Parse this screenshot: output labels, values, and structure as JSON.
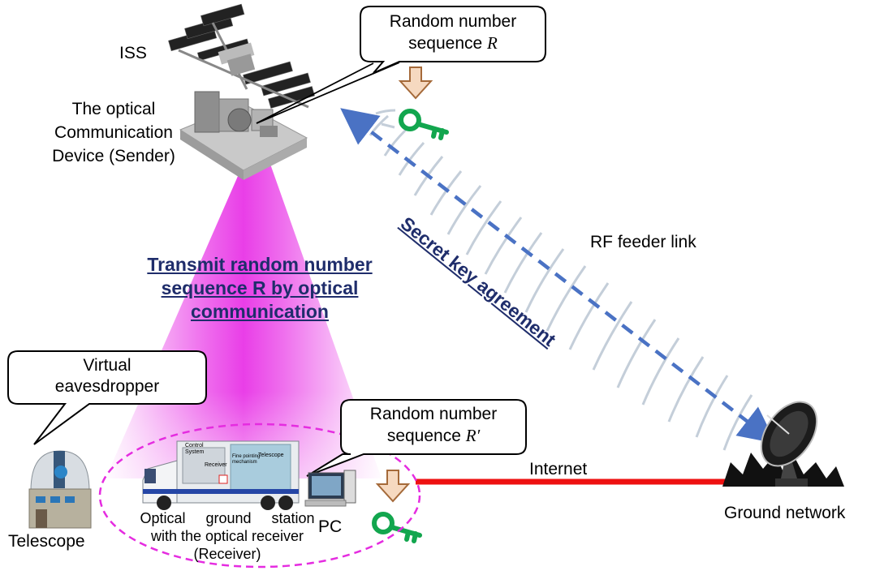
{
  "labels": {
    "iss": "ISS",
    "device": [
      "The optical",
      "Communication",
      "Device (Sender)"
    ],
    "transmit": [
      "Transmit random number",
      "sequence R by optical",
      "communication"
    ],
    "secret_key": "Secret key agreement",
    "rf_link": "RF feeder link",
    "internet": "Internet",
    "ground_network": "Ground network",
    "telescope": "Telescope",
    "pc": "PC",
    "ogs": [
      "Optical     ground     station",
      "with the optical receiver",
      "(Receiver)"
    ],
    "truck_text": [
      "Control",
      "System",
      "Receiver",
      "Fine pointing",
      "mechanism",
      "Telescope"
    ]
  },
  "callouts": {
    "top": {
      "line1": "Random number",
      "line2_prefix": "sequence ",
      "symbol": "R"
    },
    "eavesdropper": {
      "line1": "Virtual",
      "line2": "eavesdropper"
    },
    "bottom": {
      "line1": "Random number",
      "line2_prefix": "sequence ",
      "symbol": "R′"
    }
  },
  "colors": {
    "beam": "#e834e6",
    "internet_link": "#ee1111",
    "secret_key_arrow": "#4a72c4",
    "headline_text": "#1f2d6b",
    "key_icon": "#12a64e",
    "down_arrow_fill": "#f6d9c0",
    "down_arrow_stroke": "#a56a3a",
    "dashed_ellipse": "#e52ce0",
    "rf_waves": "#c4ced9"
  }
}
